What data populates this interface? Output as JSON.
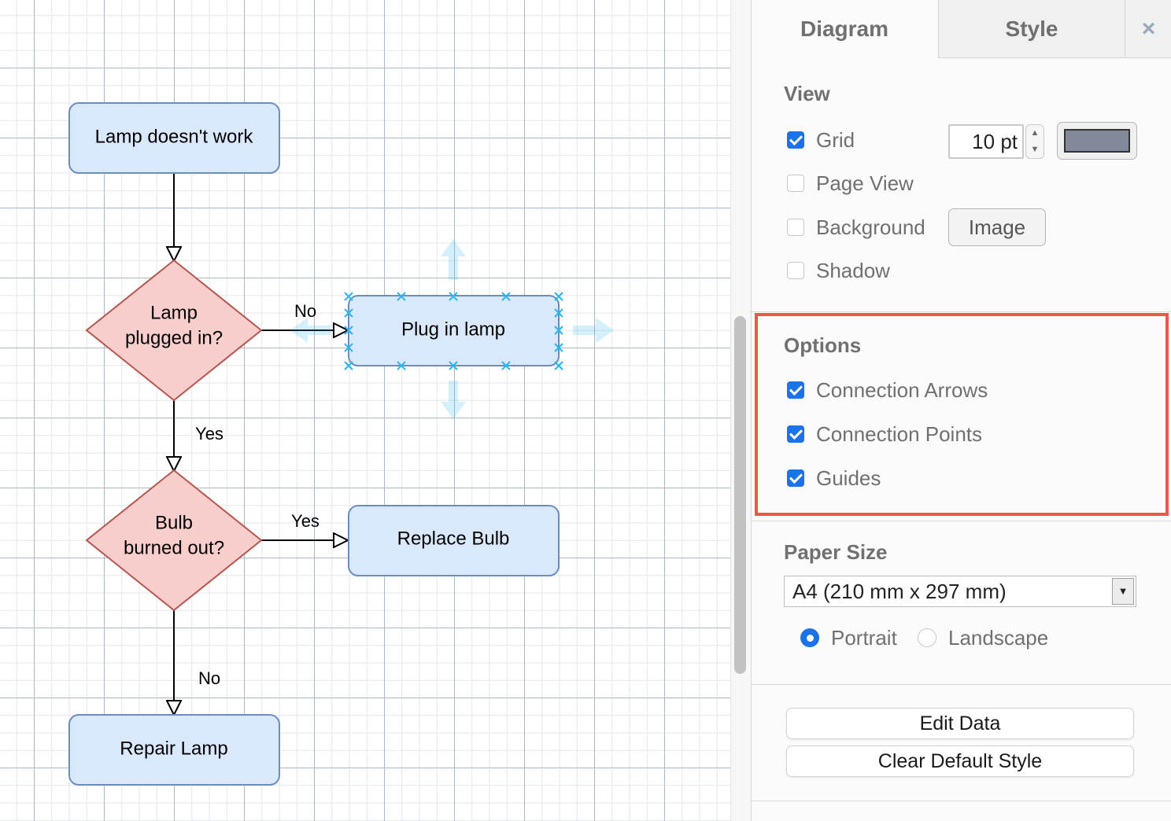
{
  "diagram": {
    "nodes": {
      "lamp_doesnt_work": "Lamp doesn't work",
      "lamp_plugged_in_line1": "Lamp",
      "lamp_plugged_in_line2": "plugged in?",
      "plug_in_lamp": "Plug in lamp",
      "bulb_burned_out_line1": "Bulb",
      "bulb_burned_out_line2": "burned out?",
      "replace_bulb": "Replace Bulb",
      "repair_lamp": "Repair Lamp"
    },
    "edge_labels": {
      "plugged_no": "No",
      "plugged_yes": "Yes",
      "bulb_yes": "Yes",
      "bulb_no": "No"
    },
    "colors": {
      "process_fill": "#dae8fc",
      "process_stroke": "#6c8ebf",
      "decision_fill": "#f8cecc",
      "decision_stroke": "#b85450",
      "selection": "#29b6f2"
    }
  },
  "panel": {
    "tabs": {
      "diagram": "Diagram",
      "style": "Style",
      "close": "×"
    },
    "view": {
      "title": "View",
      "grid": {
        "label": "Grid",
        "checked": true,
        "size": "10 pt",
        "color": "#808a9b"
      },
      "page_view": {
        "label": "Page View",
        "checked": false
      },
      "background": {
        "label": "Background",
        "checked": false,
        "image_button": "Image"
      },
      "shadow": {
        "label": "Shadow",
        "checked": false
      }
    },
    "options": {
      "title": "Options",
      "connection_arrows": {
        "label": "Connection Arrows",
        "checked": true
      },
      "connection_points": {
        "label": "Connection Points",
        "checked": true
      },
      "guides": {
        "label": "Guides",
        "checked": true
      }
    },
    "paper_size": {
      "title": "Paper Size",
      "selected": "A4 (210 mm x 297 mm)",
      "orientation": {
        "portrait": "Portrait",
        "landscape": "Landscape",
        "selected": "portrait"
      }
    },
    "buttons": {
      "edit_data": "Edit Data",
      "clear_default_style": "Clear Default Style"
    }
  }
}
